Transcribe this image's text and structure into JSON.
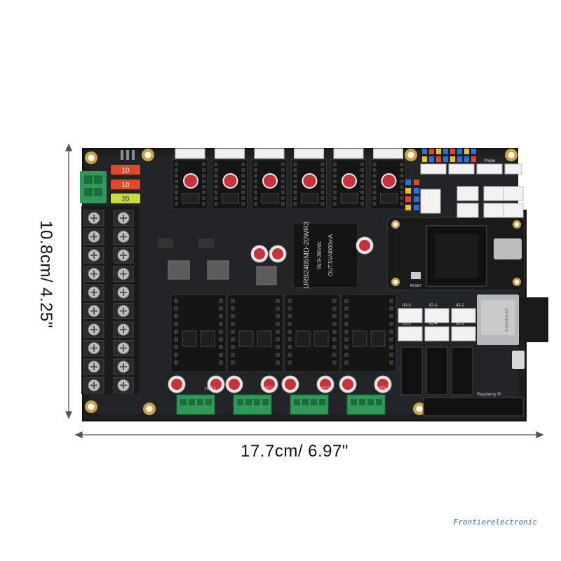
{
  "dimensions": {
    "width_label": "17.7cm/ 6.97\"",
    "height_label": "10.8cm/ 4.25\""
  },
  "board": {
    "fuse_labels": [
      "10",
      "10",
      "20"
    ],
    "heater_labels": [
      "HOT1",
      "HOT2",
      "HOT3",
      "HOT4"
    ],
    "module_text": [
      "URB2405MD-20WR3",
      "IN:9-36Vdc",
      "OUT:5V/4000mA"
    ],
    "reset_label": "RESET",
    "io_labels": [
      "IO-0",
      "IO-1",
      "IO-2",
      "IO-3",
      "IO-4",
      "IO-5"
    ],
    "probe_label": "Probe",
    "pi_label": "Raspberry Pi",
    "chip_label": "ESPRESSIF"
  },
  "watermark": "Frontierelectronic",
  "colors": {
    "board": "#1e1f21",
    "gold": "#c9a24a",
    "green_terminal": "#2f9a58",
    "fuse_red": "#e0482c",
    "fuse_yellow": "#c8dc3c"
  }
}
